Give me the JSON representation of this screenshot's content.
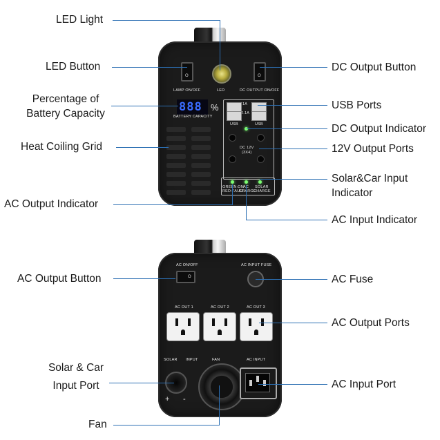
{
  "labels": {
    "led_light": "LED Light",
    "led_button": "LED Button",
    "battery_pct_1": "Percentage of",
    "battery_pct_2": "Battery Capacity",
    "heat_grid": "Heat Coiling Grid",
    "ac_output_indicator": "AC Output Indicator",
    "dc_output_button": "DC Output Button",
    "usb_ports": "USB Ports",
    "dc_output_indicator": "DC Output Indicator",
    "v12_output_ports": "12V Output Ports",
    "solar_car_input_1": "Solar&Car Input",
    "solar_car_input_2": "Indicator",
    "ac_input_indicator": "AC Input Indicator",
    "ac_output_button": "AC Output Button",
    "ac_fuse": "AC Fuse",
    "ac_output_ports": "AC Output Ports",
    "solar_car_port_1": "Solar & Car",
    "solar_car_port_2": "Input Port",
    "ac_input_port": "AC Input Port",
    "fan": "Fan"
  },
  "front_panel": {
    "lamp_onoff": "LAMP ON/OFF",
    "led": "LED",
    "dc_output_onoff": "DC OUTPUT ON/OFF",
    "display_value": "888",
    "display_unit": "%",
    "battery_capacity": "BATTERY CAPACITY",
    "usb_1a": "1A",
    "usb_21a": "2.1A",
    "usb_left": "USB",
    "usb_right": "USB",
    "dc12v_1": "DC 12V",
    "dc12v_2": "(3X4)",
    "ind_green": "GREEN:ON",
    "ind_red": "RED:FAULT",
    "ind_ac": "AC",
    "ind_charge1": "CHARGE",
    "ind_solar": "SOLAR",
    "ind_charge2": "CHARGE",
    "rocker_mark": "O"
  },
  "back_panel": {
    "ac_onoff": "AC ON/OFF",
    "ac_input_fuse": "AC INPUT FUSE",
    "ac_out_1": "AC OUT 1",
    "ac_out_2": "AC OUT 2",
    "ac_out_3": "AC OUT 3",
    "solar": "SOLAR",
    "input": "INPUT",
    "fan": "FAN",
    "ac_input": "AC INPUT",
    "plus": "+",
    "minus": "-"
  },
  "colors": {
    "leader_line": "#2c6fb3",
    "display_digits": "#3a6cff",
    "indicator_led": "#7dff73"
  }
}
